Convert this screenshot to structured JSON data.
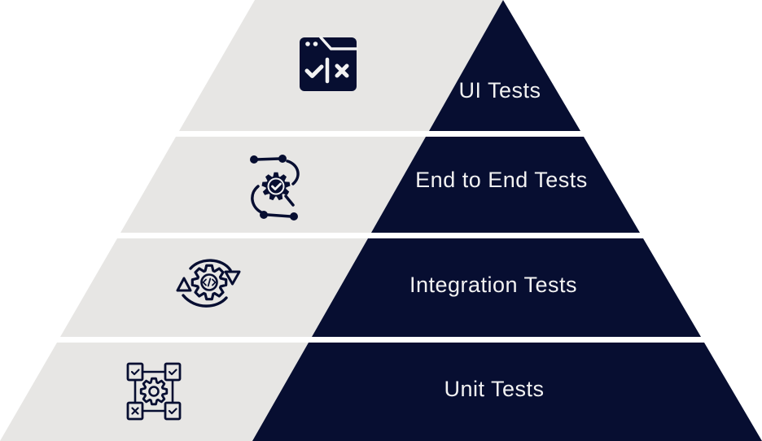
{
  "diagram": {
    "type": "testing-pyramid-infographic",
    "colors": {
      "navy": "#070e31",
      "light_gray": "#e7e6e4",
      "background": "#ffffff",
      "label_text": "#f2f2f2"
    },
    "levels": [
      {
        "label": "UI Tests",
        "icon": "window-test-icon"
      },
      {
        "label": "End to End Tests",
        "icon": "e2e-flow-icon"
      },
      {
        "label": "Integration Tests",
        "icon": "integration-sync-gear-icon"
      },
      {
        "label": "Unit Tests",
        "icon": "unit-test-modules-icon"
      }
    ]
  }
}
